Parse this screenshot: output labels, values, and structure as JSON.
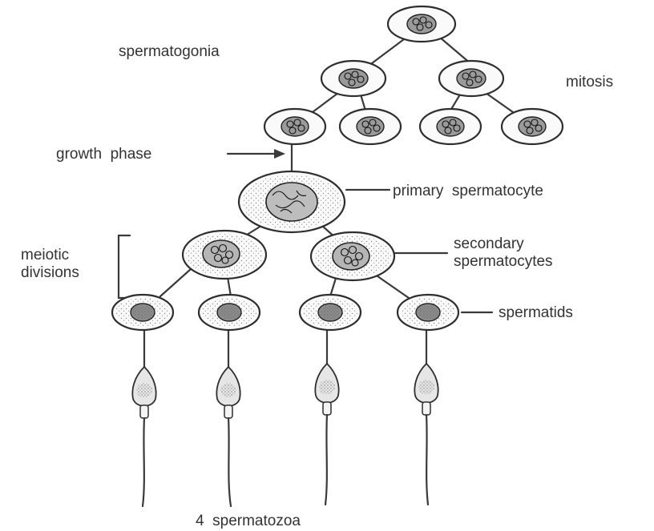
{
  "labels": {
    "spermatogonia": "spermatogonia",
    "mitosis": "mitosis",
    "growth_phase": "growth  phase",
    "primary_spermatocyte": "primary  spermatocyte",
    "meiotic_line1": "meiotic",
    "meiotic_line2": "divisions",
    "secondary_line1": "secondary",
    "secondary_line2": "spermatocytes",
    "spermatids": "spermatids",
    "spermatozoa": "4  spermatozoa"
  }
}
